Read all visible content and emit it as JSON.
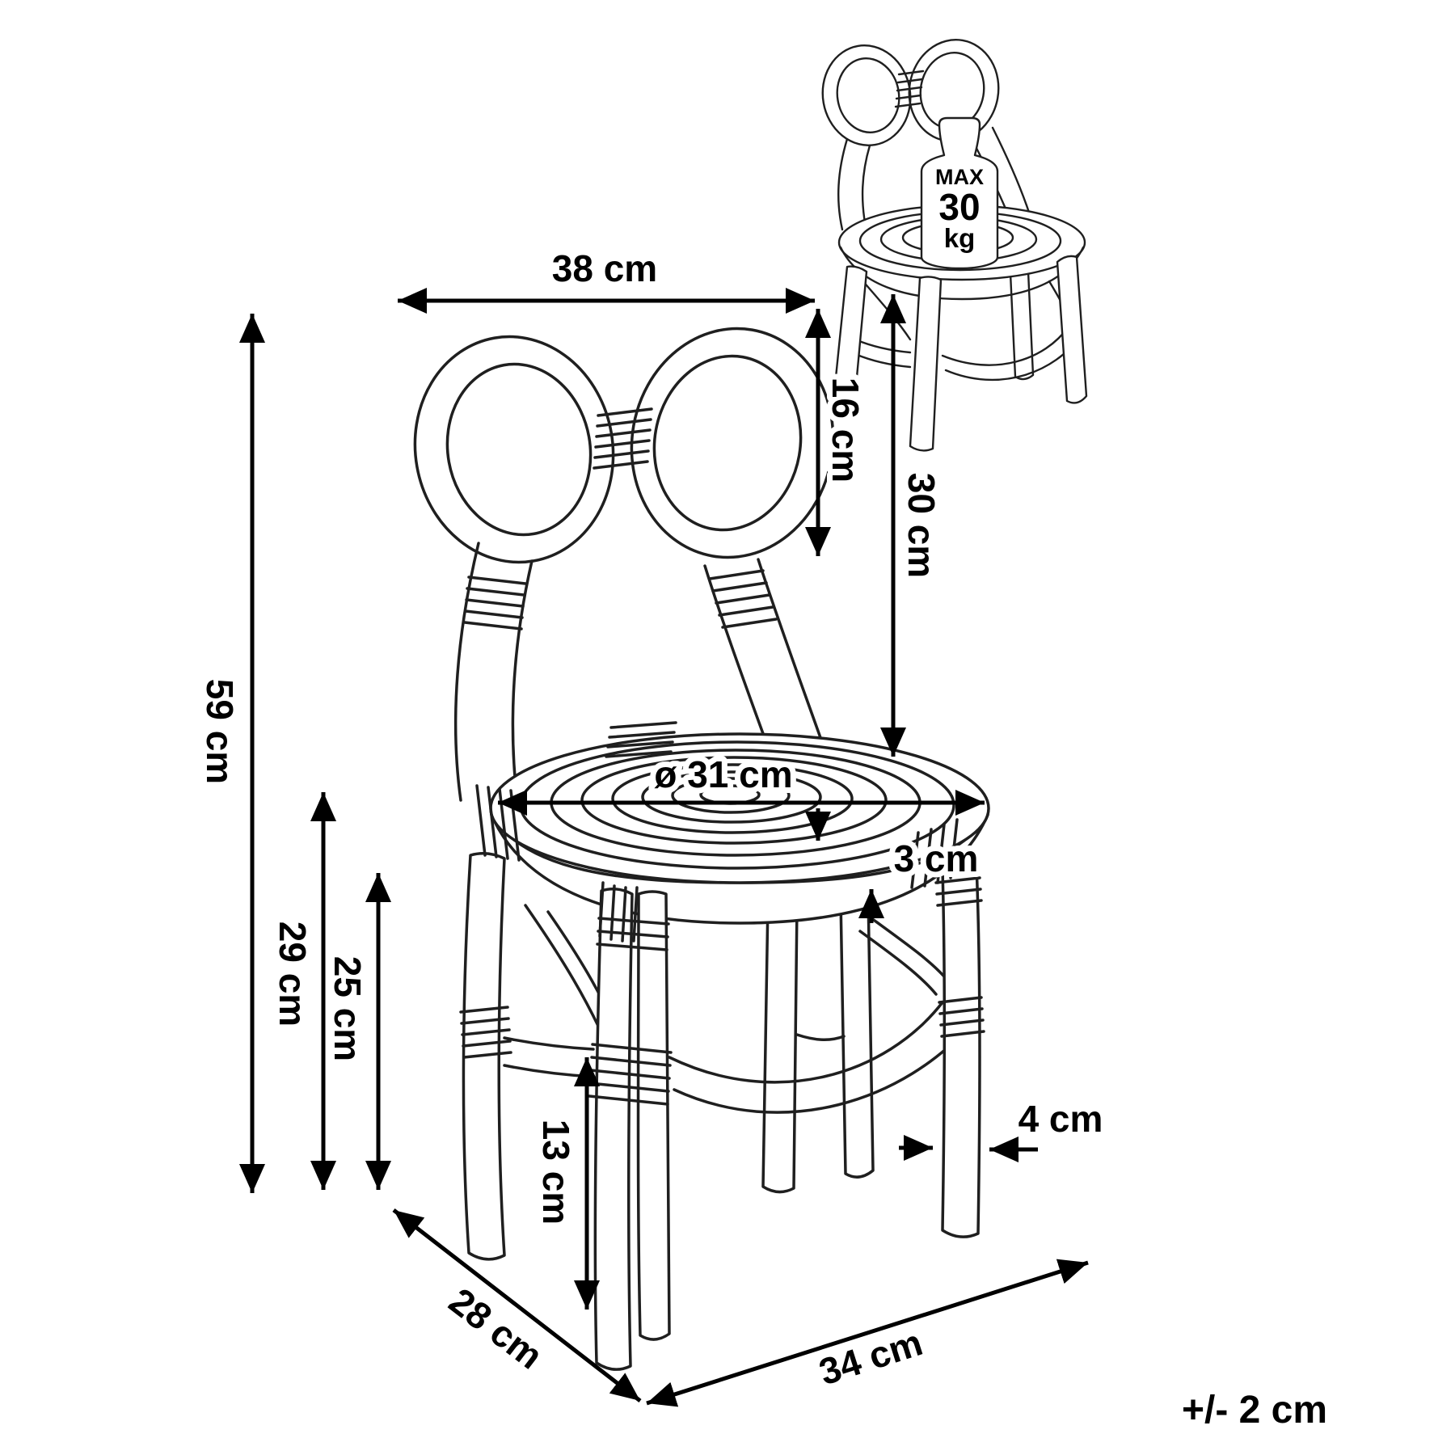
{
  "dimensions": {
    "back_width": "38 cm",
    "loop_height": "16 cm",
    "backrest_height": "30 cm",
    "total_height": "59 cm",
    "seat_height": "29 cm",
    "under_seat_height": "25 cm",
    "clearance_height": "13 cm",
    "seat_diameter": "ø 31 cm",
    "seat_thickness": "3 cm",
    "leg_thickness": "4 cm",
    "seat_depth": "28 cm",
    "seat_width": "34 cm"
  },
  "weight_limit": {
    "label": "MAX",
    "value": "30",
    "unit": "kg"
  },
  "tolerance_note": "+/- 2 cm",
  "colors": {
    "line_art": "#1f1f1f",
    "dimension": "#000000",
    "background": "#ffffff"
  }
}
